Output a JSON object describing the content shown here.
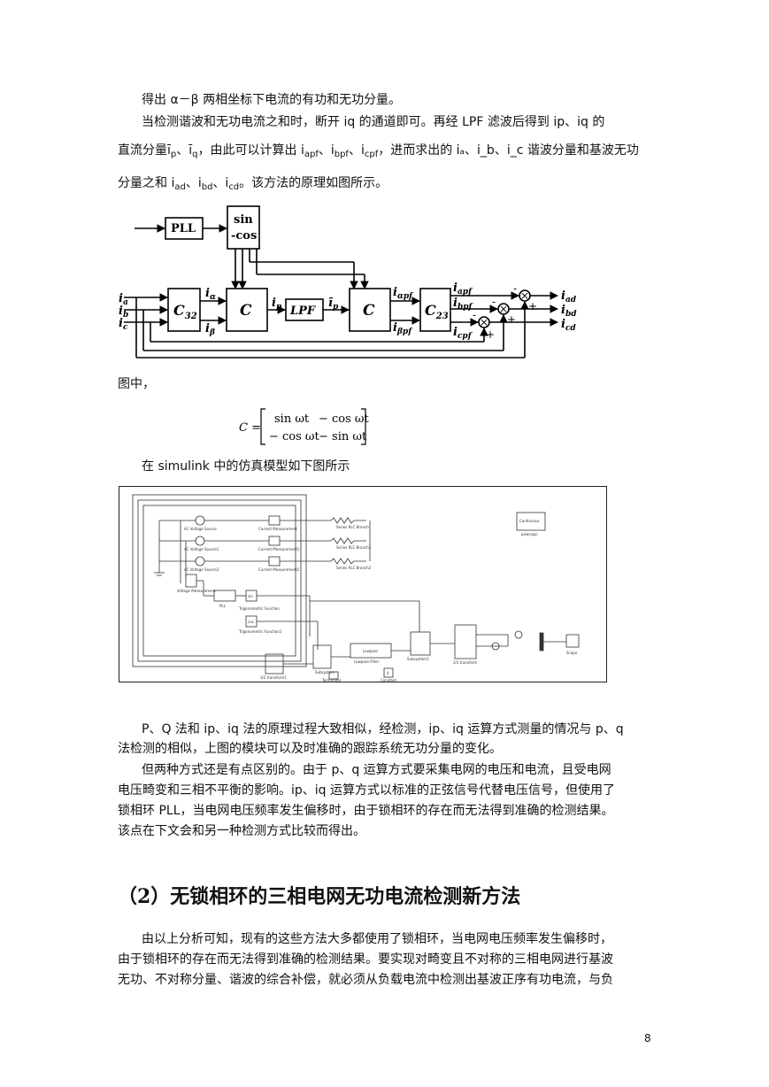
{
  "paragraphs": {
    "p1": "得出 α－β 两相坐标下电流的有功和无功分量。",
    "p2": "当检测谐波和无功电流之和时，断开 iq 的通道即可。再经 LPF 滤波后得到 ip、iq 的",
    "p3": {
      "a": "直流分量",
      "ip": "ī",
      "ip_sub": "p",
      "sep": "、",
      "iq": "ī",
      "iq_sub": "q",
      "b": "，由此可以计算出 i",
      "apf": "apf",
      "c": "、i",
      "bpf": "bpf",
      "d": "、i",
      "cpf": "cpf",
      "e": "，进而求出的 iₐ、i_b、i_c 谐波分量和基波无功"
    },
    "p4": {
      "a": "分量之和 i",
      "ad": "ad",
      "b": "、i",
      "bd": "bd",
      "c": "、i",
      "cd": "cd",
      "d": "。该方法的原理如图所示。"
    },
    "p5": "图中，",
    "p6": "在 simulink 中的仿真模型如下图所示",
    "p7": "P、Q 法和 ip、iq 法的原理过程大致相似，经检测，ip、iq 运算方式测量的情况与 p、q",
    "p8": "法检测的相似，上图的模块可以及时准确的跟踪系统无功分量的变化。",
    "p9": "但两种方式还是有点区别的。由于 p、q 运算方式要采集电网的电压和电流，且受电网",
    "p10": "电压畸变和三相不平衡的影响。ip、iq 运算方式以标准的正弦信号代替电压信号，但使用了",
    "p11": "锁相环 PLL，当电网电压频率发生偏移时，由于锁相环的存在而无法得到准确的检测结果。",
    "p12": "该点在下文会和另一种检测方式比较而得出。",
    "heading": "（2）无锁相环的三相电网无功电流检测新方法",
    "p13": "由以上分析可知，现有的这些方法大多都使用了锁相环，当电网电压频率发生偏移时，",
    "p14": "由于锁相环的存在而无法得到准确的检测结果。要实现对畸变且不对称的三相电网进行基波",
    "p15": "无功、不对称分量、谐波的综合补偿，就必须从负载电流中检测出基波正序有功电流，与负",
    "page_number": "8"
  },
  "diagram": {
    "pll": "PLL",
    "sin": "sin",
    "cos": "-cos",
    "c32": "C",
    "c32_sub": "32",
    "c1": "C",
    "lpf": "LPF",
    "c2": "C",
    "c23": "C",
    "c23_sub": "23",
    "ia": "i",
    "ia_sub": "a",
    "ib": "i",
    "ib_sub": "b",
    "ic": "i",
    "ic_sub": "c",
    "ialpha": "i",
    "ialpha_sub": "α",
    "ibeta": "i",
    "ibeta_sub": "β",
    "ip": "i",
    "ip_sub": "p",
    "ipbar": "ī",
    "ipbar_sub": "p",
    "iapf": "i",
    "iapf_sub": "αpf",
    "ibpf_in": "i",
    "ibpf_in_sub": "βpf",
    "o_apf": "i",
    "o_apf_sub": "apf",
    "o_bpf": "i",
    "o_bpf_sub": "bpf",
    "o_cpf": "i",
    "o_cpf_sub": "cpf",
    "ad": "i",
    "ad_sub": "ad",
    "bd": "i",
    "bd_sub": "bd",
    "cd": "i",
    "cd_sub": "cd",
    "minus": "-",
    "plus": "+",
    "times": "×"
  },
  "formula": {
    "lhs": "C =",
    "r1c1": "sin ωt",
    "r1c2": "− cos ωt",
    "r2c1": "− cos ωt",
    "r2c2": "− sin ωt"
  },
  "simulink": {
    "src1": "AC Voltage Source",
    "src2": "AC Voltage Source1",
    "src3": "AC Voltage Source2",
    "cm1": "Current Measurement",
    "cm2": "Current Measurement1",
    "cm3": "Current Measurement2",
    "rlc1": "Series RLC Branch",
    "rlc2": "Series RLC Branch1",
    "rlc3": "Series RLC Branch2",
    "vm": "Voltage Measurement",
    "pll": "PLL",
    "trig1": "Trigonometric Function",
    "trig2": "Trigonometric Function1",
    "sin": "sin",
    "cos": "cos",
    "powergui": "Continuous",
    "powergui_label": "powergui",
    "lowpass": "Lowpass",
    "lowpass_label": "Lowpass Filter",
    "subsystem": "Subsystem",
    "subsystem1": "Subsystem1",
    "t1": "3/2 transform1",
    "t2": "2/3 transform",
    "terminator": "Terminator",
    "constant": "Constant",
    "const_val": "0",
    "scope": "Scope"
  }
}
